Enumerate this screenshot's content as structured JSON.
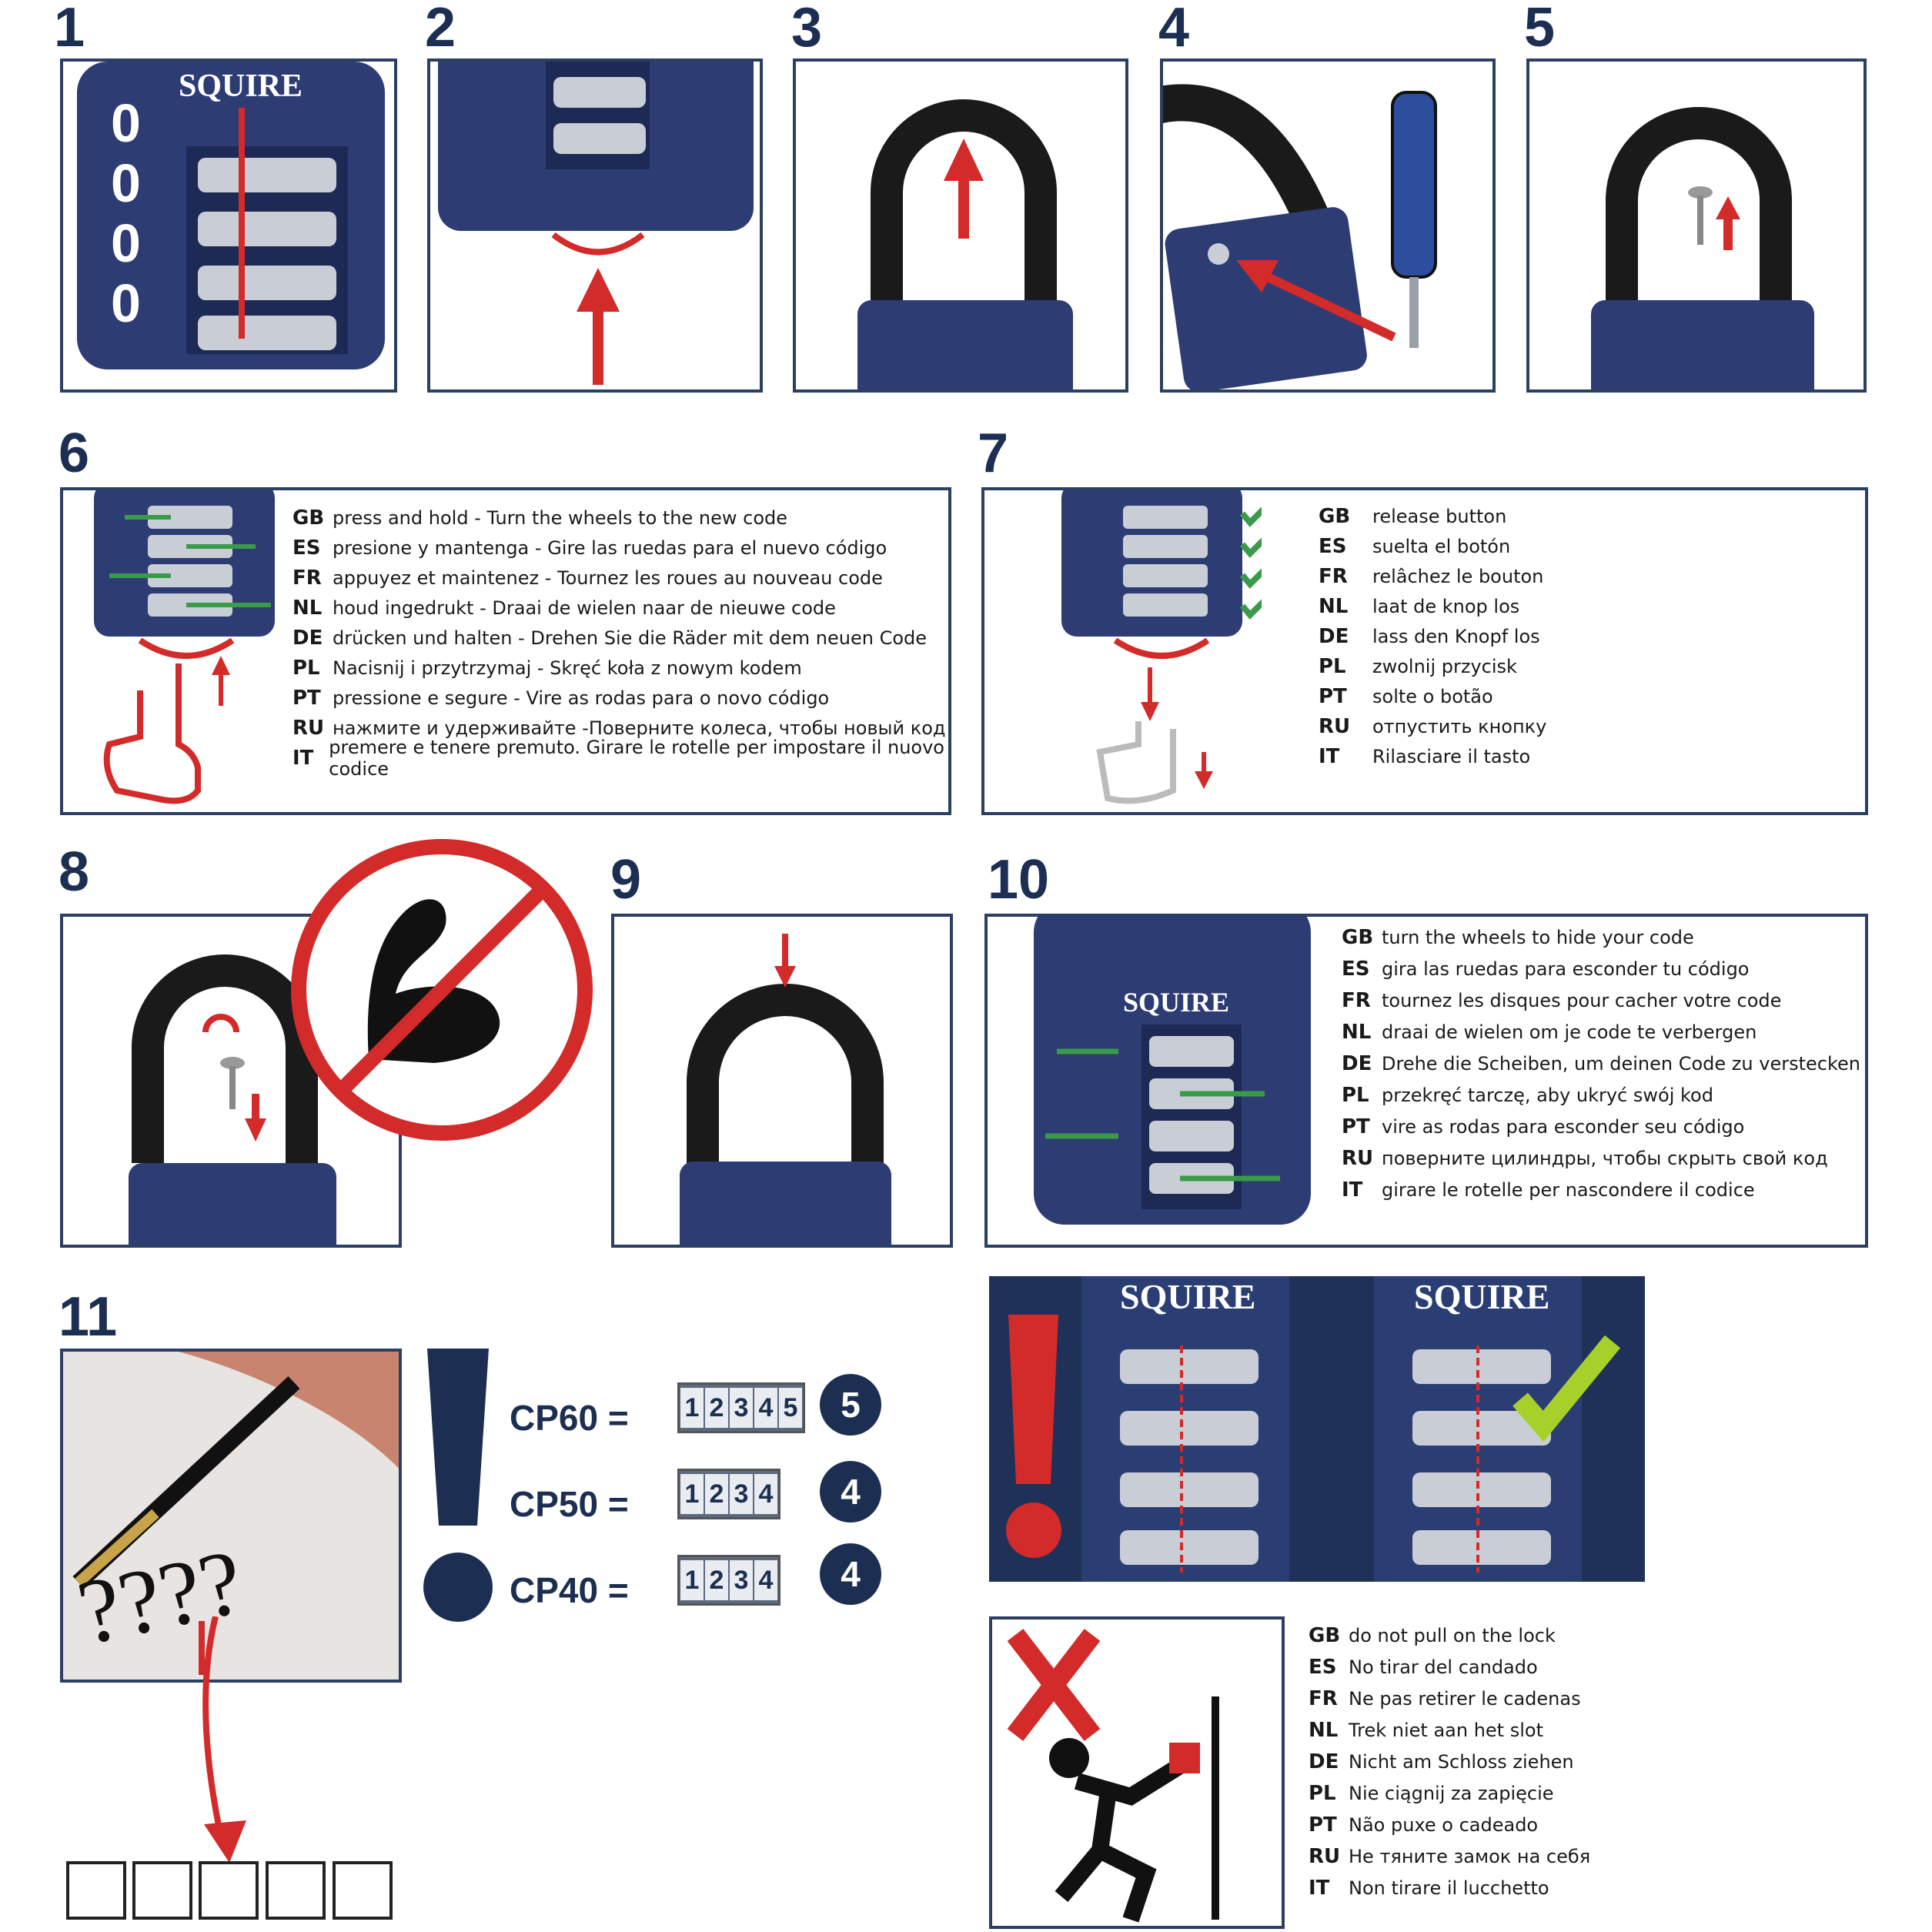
{
  "steps": [
    "1",
    "2",
    "3",
    "4",
    "5",
    "6",
    "7",
    "8",
    "9",
    "10",
    "11"
  ],
  "step1": {
    "digits": [
      "0",
      "0",
      "0",
      "0"
    ],
    "brand": "SQUIRE"
  },
  "step6": {
    "rows": [
      {
        "code": "GB",
        "text": "press and hold - Turn the wheels to the new code"
      },
      {
        "code": "ES",
        "text": "presione y mantenga - Gire las ruedas para el nuevo código"
      },
      {
        "code": "FR",
        "text": "appuyez et maintenez - Tournez les roues au nouveau code"
      },
      {
        "code": "NL",
        "text": "houd ingedrukt - Draai de wielen naar de nieuwe code"
      },
      {
        "code": "DE",
        "text": "drücken und halten - Drehen Sie die Räder mit dem neuen Code"
      },
      {
        "code": "PL",
        "text": "Nacisnij i przytrzymaj - Skręć koła z nowym kodem"
      },
      {
        "code": "PT",
        "text": "pressione e segure - Vire as rodas para o novo código"
      },
      {
        "code": "RU",
        "text": "нажмите и удерживайте -Поверните колеса, чтобы новый код"
      },
      {
        "code": "IT",
        "text": "premere e tenere premuto. Girare le rotelle per impostare il nuovo codice"
      }
    ]
  },
  "step7": {
    "rows": [
      {
        "code": "GB",
        "text": "release button"
      },
      {
        "code": "ES",
        "text": "suelta el botón"
      },
      {
        "code": "FR",
        "text": "relâchez le bouton"
      },
      {
        "code": "NL",
        "text": "laat de knop los"
      },
      {
        "code": "DE",
        "text": "lass den Knopf los"
      },
      {
        "code": "PL",
        "text": "zwolnij przycisk"
      },
      {
        "code": "PT",
        "text": "solte o botão"
      },
      {
        "code": "RU",
        "text": "отпустить кнопку"
      },
      {
        "code": "IT",
        "text": "Rilasciare il tasto"
      }
    ]
  },
  "step10": {
    "brand": "SQUIRE",
    "rows": [
      {
        "code": "GB",
        "text": "turn the wheels to hide your code"
      },
      {
        "code": "ES",
        "text": "gira las ruedas para esconder tu código"
      },
      {
        "code": "FR",
        "text": "tournez les disques pour cacher votre code"
      },
      {
        "code": "NL",
        "text": "draai de wielen om je code te verbergen"
      },
      {
        "code": "DE",
        "text": "Drehe die Scheiben, um deinen Code zu verstecken"
      },
      {
        "code": "PL",
        "text": "przekręć tarczę, aby ukryć swój kod"
      },
      {
        "code": "PT",
        "text": "vire as rodas para esconder seu código"
      },
      {
        "code": "RU",
        "text": "поверните цилиндры,  чтобы скрыть свой код"
      },
      {
        "code": "IT",
        "text": "girare le rotelle per nascondere il codice"
      }
    ]
  },
  "models": [
    {
      "label": "CP60 =",
      "digits": [
        "1",
        "2",
        "3",
        "4",
        "5"
      ],
      "count": "5"
    },
    {
      "label": "CP50 =",
      "digits": [
        "1",
        "2",
        "3",
        "4"
      ],
      "count": "4"
    },
    {
      "label": "CP40 =",
      "digits": [
        "1",
        "2",
        "3",
        "4"
      ],
      "count": "4"
    }
  ],
  "alignment": {
    "brand_left": "SQUIRE",
    "brand_right": "SQUIRE"
  },
  "pull_warning": {
    "rows": [
      {
        "code": "GB",
        "text": "do not pull on the lock"
      },
      {
        "code": "ES",
        "text": "No tirar del candado"
      },
      {
        "code": "FR",
        "text": "Ne pas retirer le cadenas"
      },
      {
        "code": "NL",
        "text": "Trek niet aan het slot"
      },
      {
        "code": "DE",
        "text": "Nicht am Schloss ziehen"
      },
      {
        "code": "PL",
        "text": "Nie ciągnij za zapięcie"
      },
      {
        "code": "PT",
        "text": "Não puxe o cadeado"
      },
      {
        "code": "RU",
        "text": "Не тяните замок на себя"
      },
      {
        "code": "IT",
        "text": "Non tirare il lucchetto"
      }
    ]
  },
  "note_marks": "????",
  "colors": {
    "navy": "#1c2f52",
    "lock_blue": "#2e3c74",
    "red": "#d32a2a",
    "green": "#3b9a4a"
  }
}
